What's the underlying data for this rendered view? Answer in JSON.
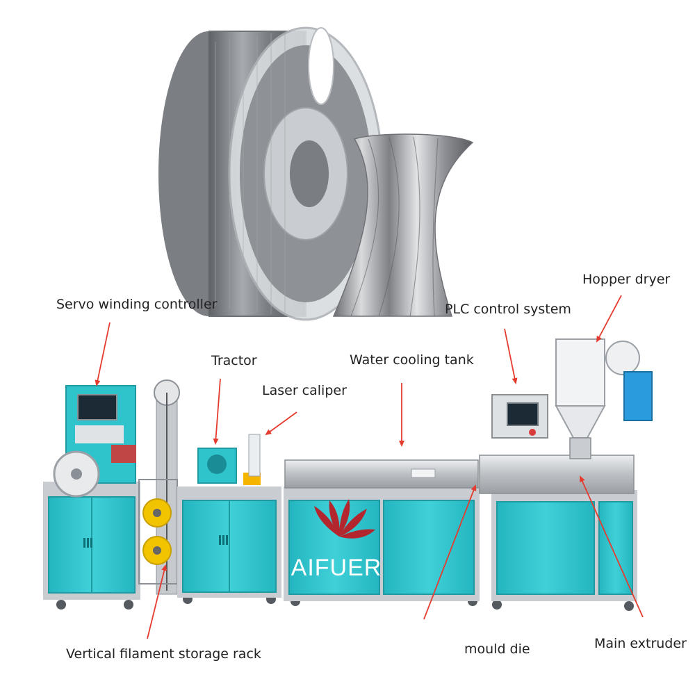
{
  "labels": {
    "servo_winding_controller": "Servo winding controller",
    "tractor": "Tractor",
    "laser_caliper": "Laser caliper",
    "water_cooling_tank": "Water cooling tank",
    "plc_control_system": "PLC control system",
    "hopper_dryer": "Hopper dryer",
    "vertical_filament_storage_rack": "Vertical filament storage rack",
    "mould_die": "mould die",
    "main_extruder": "Main extruder"
  },
  "brand": {
    "name": "AIFUER"
  },
  "colors": {
    "cabinet": "#2fc3cc",
    "frame": "#c9cdd2",
    "arrow": "#e53b2e",
    "filament": "#8a8d92",
    "logo": "#b3262d",
    "spool_wheel": "#f2c400"
  },
  "icons": {
    "brand_logo": "aifuer-fan-logo-icon",
    "arrow": "red-pointer-arrow-icon"
  }
}
